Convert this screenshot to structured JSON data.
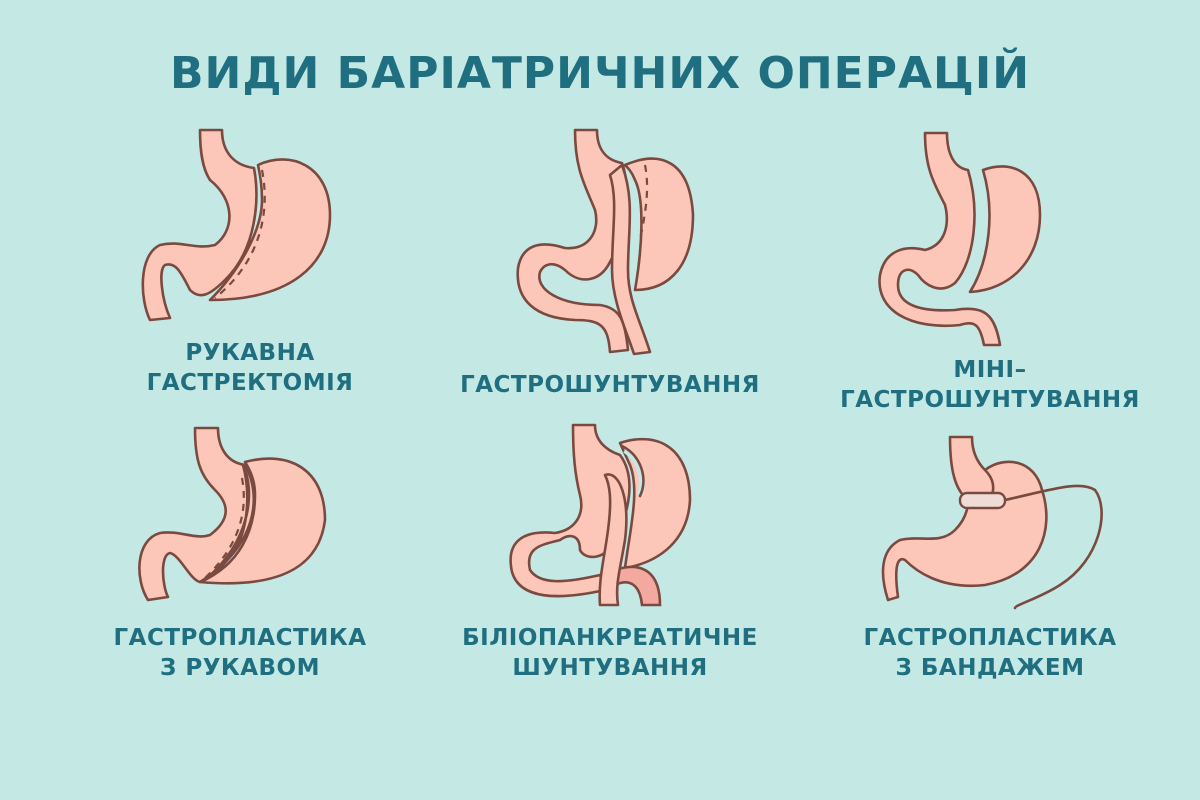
{
  "title": "ВИДИ БАРІАТРИЧНИХ ОПЕРАЦІЙ",
  "colors": {
    "background": "#c4e9e4",
    "text": "#1f6f80",
    "organ_fill": "#fcc6b9",
    "organ_outline": "#7a4a40",
    "accent_fill": "#f4a9a0",
    "band_fill": "#f0dcd6"
  },
  "operations": [
    {
      "id": "sleeve-gastrectomy",
      "line1": "РУКАВНА",
      "line2": "ГАСТРЕКТОМІЯ"
    },
    {
      "id": "gastric-bypass",
      "line1": "ГАСТРОШУНТУВАННЯ",
      "line2": ""
    },
    {
      "id": "mini-gastric-bypass",
      "line1": "МІНІ–",
      "line2": "ГАСТРОШУНТУВАННЯ"
    },
    {
      "id": "sleeve-gastroplasty",
      "line1": "ГАСТРОПЛАСТИКА",
      "line2": "З РУКАВОМ"
    },
    {
      "id": "biliopancreatic-diversion",
      "line1": "БІЛІОПАНКРЕАТИЧНЕ",
      "line2": "ШУНТУВАННЯ"
    },
    {
      "id": "banded-gastroplasty",
      "line1": "ГАСТРОПЛАСТИКА",
      "line2": "З БАНДАЖЕМ"
    }
  ]
}
